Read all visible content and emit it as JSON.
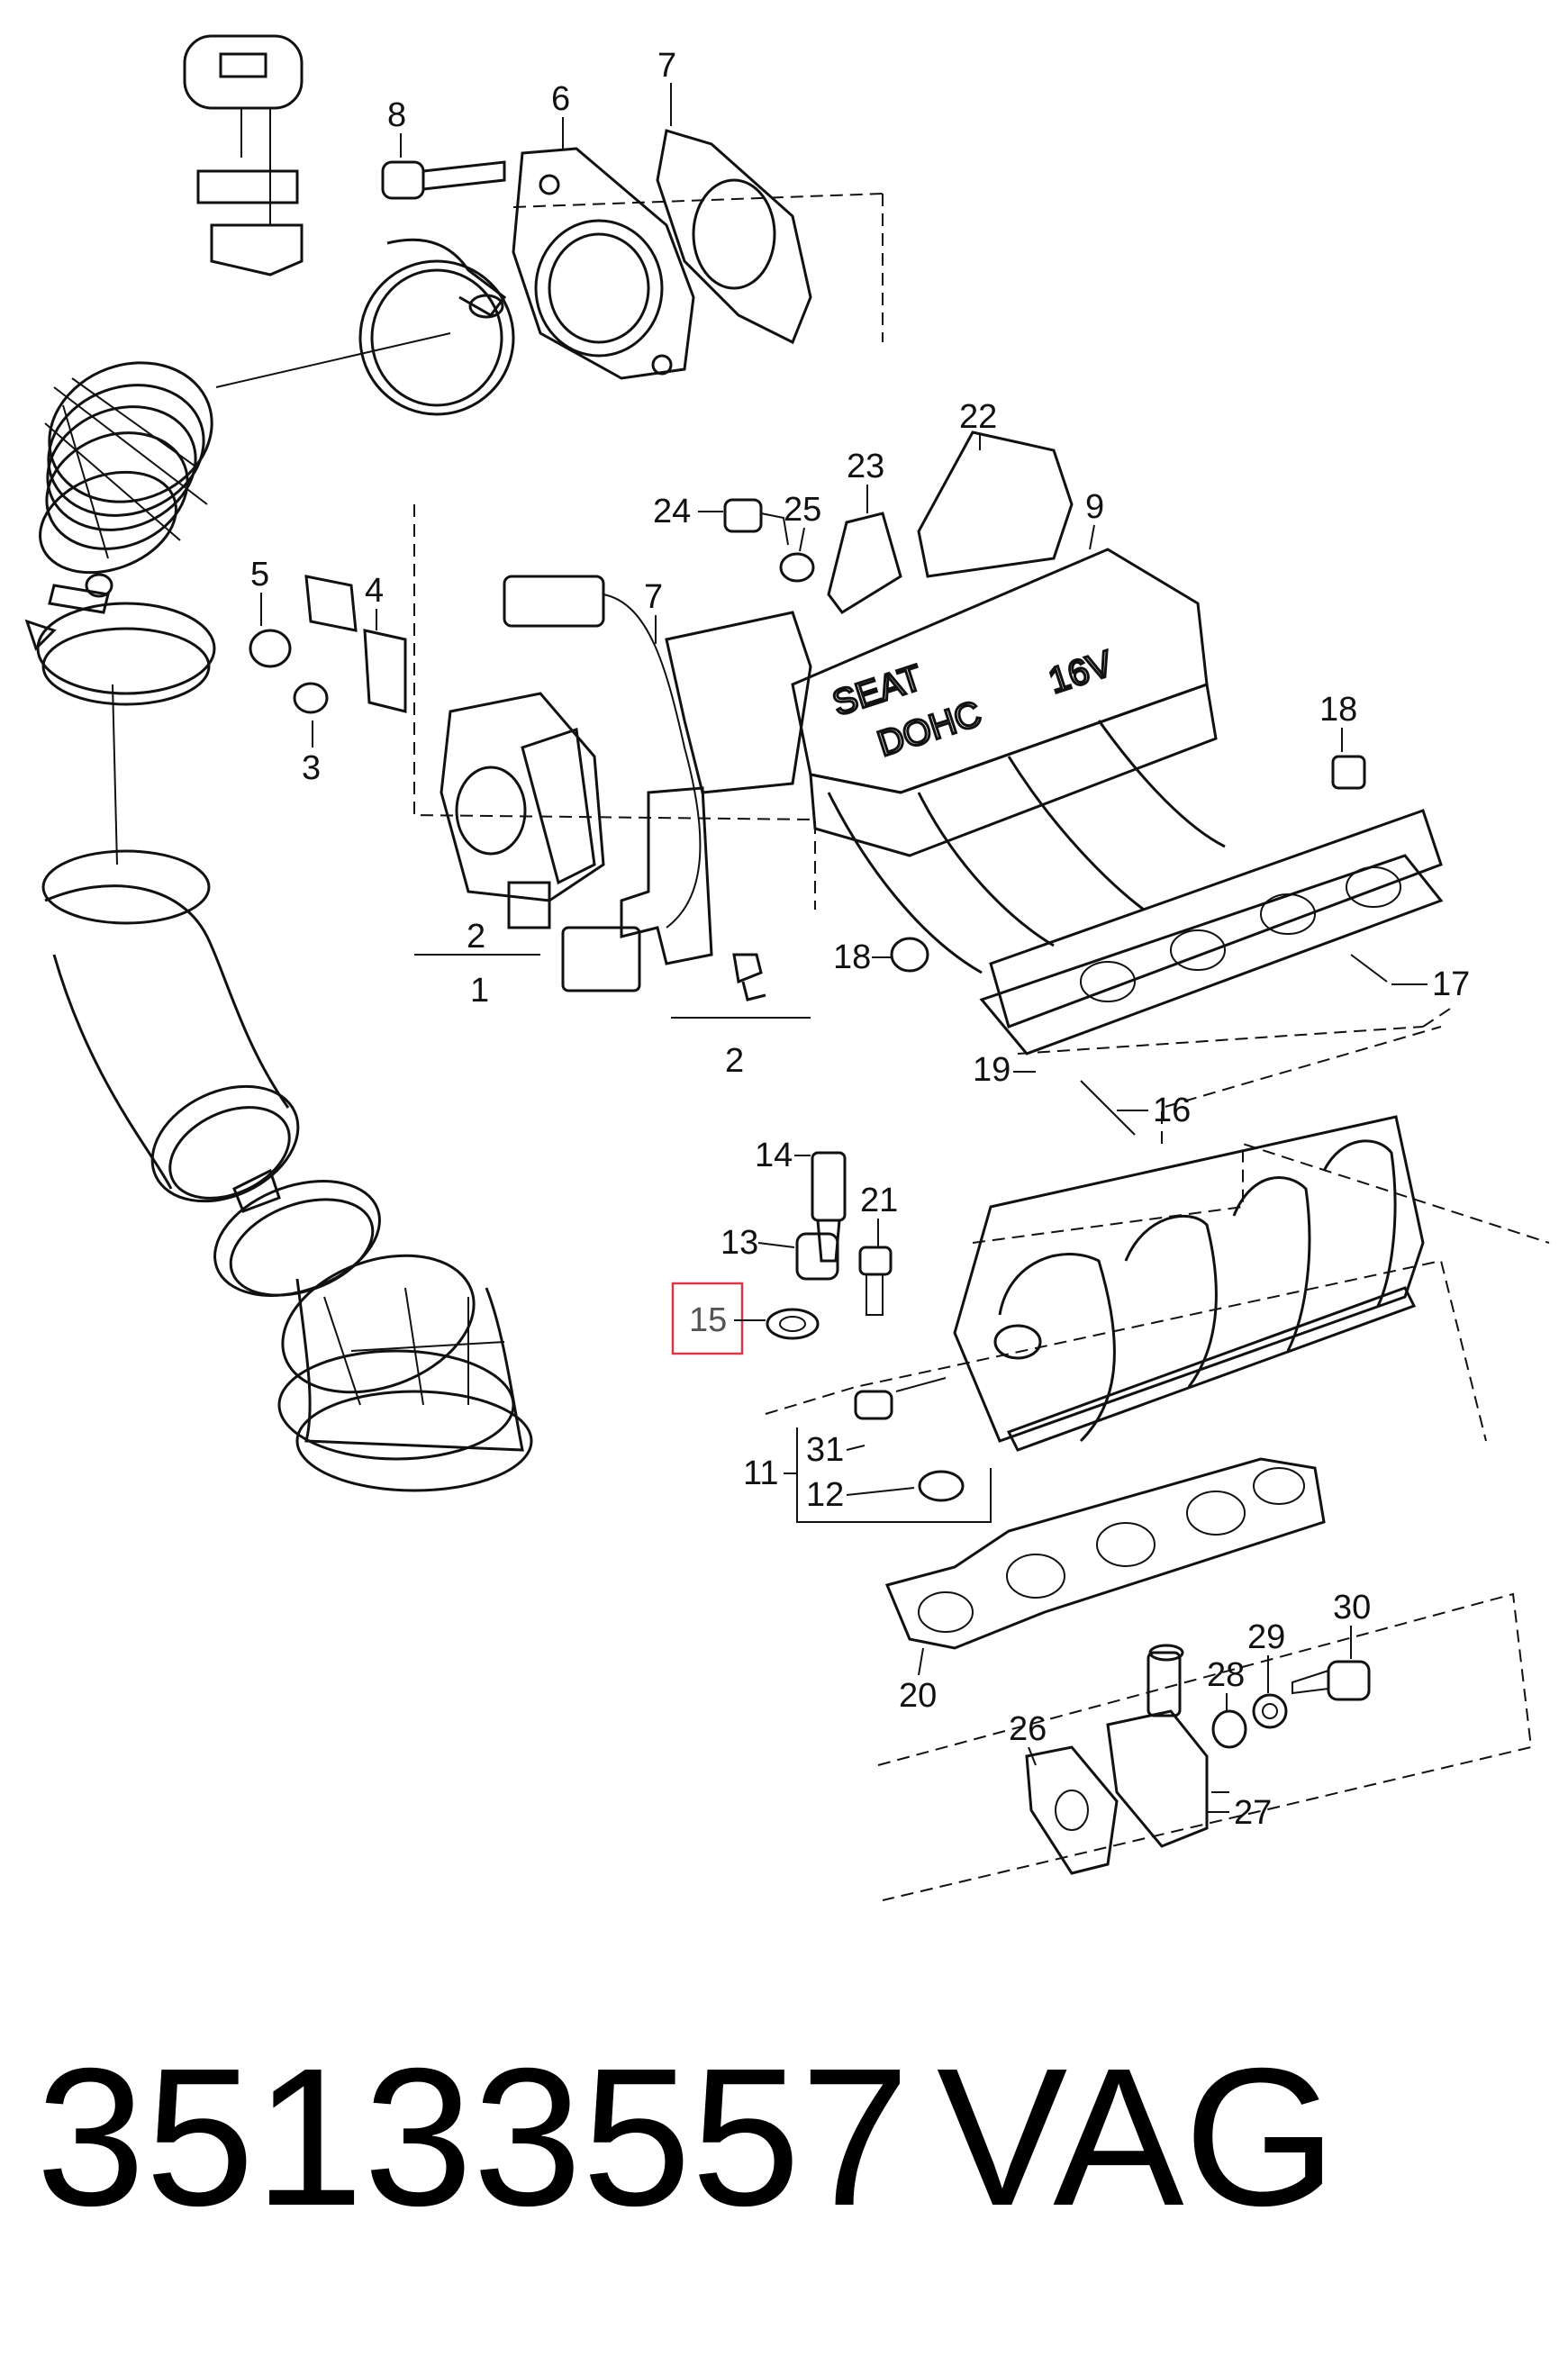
{
  "part_number": "35133557",
  "brand": "VAG",
  "highlighted_callout": "15",
  "manifold_lettering": {
    "brand": "SEAT",
    "engine": "DOHC",
    "valves": "16V"
  },
  "callouts": [
    {
      "id": "c8",
      "label": "8"
    },
    {
      "id": "c6",
      "label": "6"
    },
    {
      "id": "c7a",
      "label": "7"
    },
    {
      "id": "c22",
      "label": "22"
    },
    {
      "id": "c23",
      "label": "23"
    },
    {
      "id": "c24",
      "label": "24"
    },
    {
      "id": "c25",
      "label": "25"
    },
    {
      "id": "c9",
      "label": "9"
    },
    {
      "id": "c5",
      "label": "5"
    },
    {
      "id": "c4",
      "label": "4"
    },
    {
      "id": "c3",
      "label": "3"
    },
    {
      "id": "c7b",
      "label": "7"
    },
    {
      "id": "c18a",
      "label": "18"
    },
    {
      "id": "c2a",
      "label": "2"
    },
    {
      "id": "c1",
      "label": "1"
    },
    {
      "id": "c18b",
      "label": "18"
    },
    {
      "id": "c17",
      "label": "17"
    },
    {
      "id": "c2b",
      "label": "2"
    },
    {
      "id": "c19",
      "label": "19"
    },
    {
      "id": "c16",
      "label": "16"
    },
    {
      "id": "c14",
      "label": "14"
    },
    {
      "id": "c21",
      "label": "21"
    },
    {
      "id": "c13",
      "label": "13"
    },
    {
      "id": "c15",
      "label": "15"
    },
    {
      "id": "c11",
      "label": "11"
    },
    {
      "id": "c31",
      "label": "31"
    },
    {
      "id": "c12",
      "label": "12"
    },
    {
      "id": "c20",
      "label": "20"
    },
    {
      "id": "c26",
      "label": "26"
    },
    {
      "id": "c28",
      "label": "28"
    },
    {
      "id": "c29",
      "label": "29"
    },
    {
      "id": "c30",
      "label": "30"
    },
    {
      "id": "c27",
      "label": "27"
    }
  ]
}
